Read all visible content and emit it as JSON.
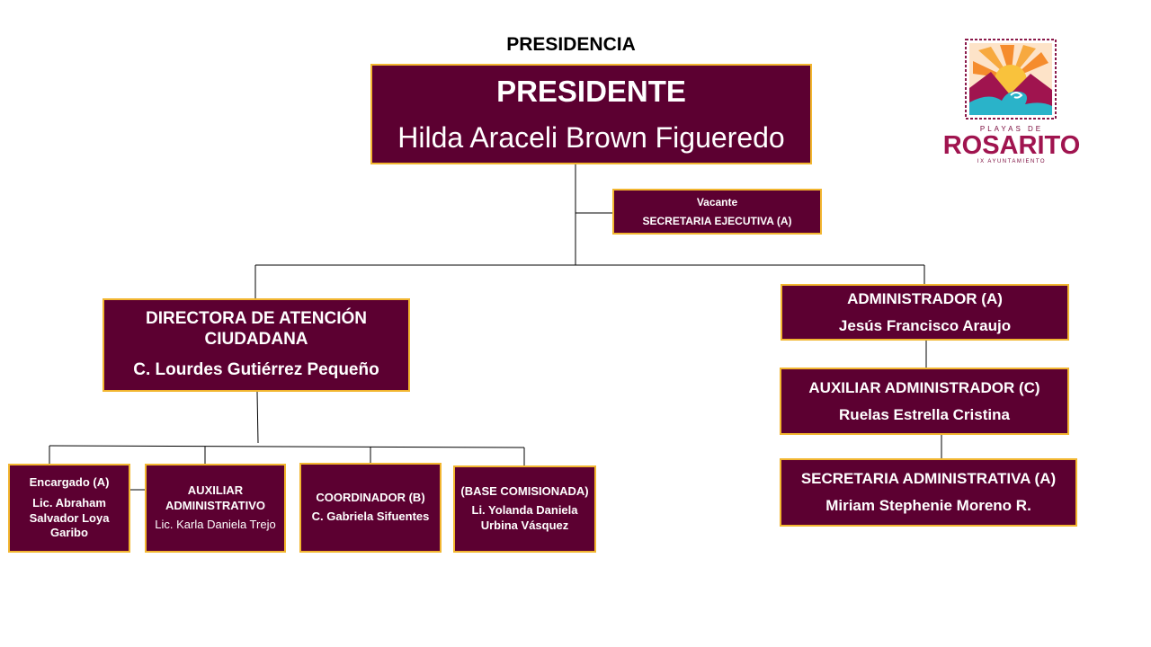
{
  "header": {
    "title": "PRESIDENCIA"
  },
  "nodes": {
    "presidente": {
      "role": "PRESIDENTE",
      "person": "Hilda Araceli Brown Figueredo"
    },
    "secretaria_ejecutiva": {
      "person": "Vacante",
      "role": "SECRETARIA EJECUTIVA (A)"
    },
    "directora": {
      "role": "DIRECTORA DE ATENCIÓN CIUDADANA",
      "person": "C. Lourdes Gutiérrez Pequeño"
    },
    "administrador": {
      "role": "ADMINISTRADOR (A)",
      "person": "Jesús Francisco Araujo"
    },
    "auxiliar_administrador": {
      "role": "AUXILIAR ADMINISTRADOR (C)",
      "person": "Ruelas Estrella Cristina"
    },
    "secretaria_administrativa": {
      "role": "SECRETARIA ADMINISTRATIVA (A)",
      "person": "Miriam Stephenie Moreno R."
    },
    "encargado": {
      "role": "Encargado (A)",
      "person": "Lic. Abraham Salvador Loya Garibo"
    },
    "auxiliar_administrativo": {
      "role": "AUXILIAR ADMINISTRATIVO",
      "person": "Lic. Karla Daniela Trejo"
    },
    "coordinador": {
      "role": "COORDINADOR (B)",
      "person": "C. Gabriela Sifuentes"
    },
    "base_comisionada": {
      "role": "(BASE COMISIONADA)",
      "person": "Li. Yolanda Daniela Urbina Vásquez"
    }
  },
  "logo": {
    "top_text": "PLAYAS DE",
    "name": "ROSARITO",
    "subtitle": "IX AYUNTAMIENTO"
  },
  "colors": {
    "box_fill": "#5c0031",
    "box_border": "#f2b630",
    "box_text": "#ffffff",
    "line": "#000000"
  }
}
